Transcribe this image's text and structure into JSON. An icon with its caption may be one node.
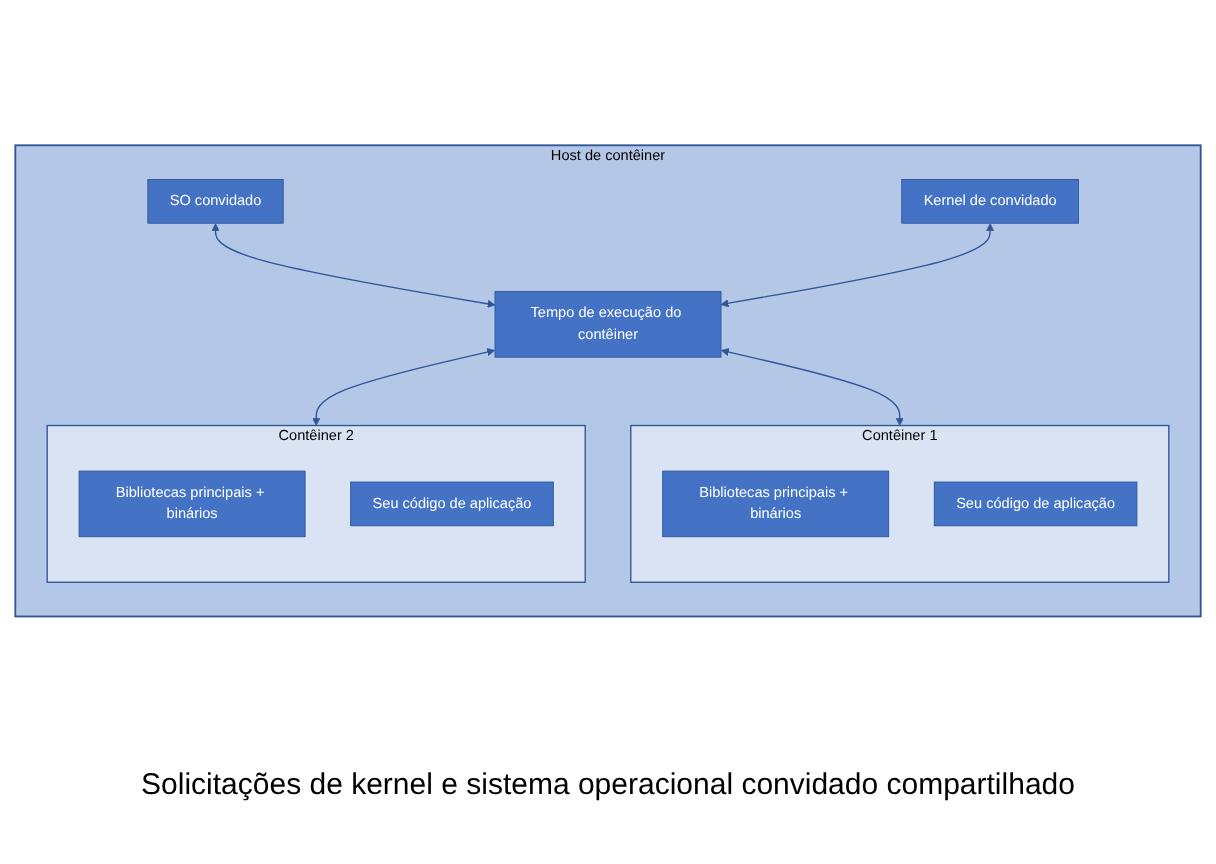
{
  "diagram": {
    "nodes": [
      {
        "text": [
          "Host de contêiner"
        ]
      },
      {
        "text": [
          "SO convidado"
        ],
        "in": 0
      },
      {
        "text": [
          "Kernel de convidado"
        ],
        "in": 0
      },
      {
        "text": [
          "Tempo de execução do contêiner"
        ],
        "in": 0
      },
      {
        "text": [
          "Contêiner 1"
        ],
        "in": 0
      },
      {
        "text": [
          "Bibliotecas principais + binários"
        ],
        "in": 4
      },
      {
        "text": [
          "Seu código de aplicação"
        ],
        "in": 4
      },
      {
        "text": [
          "Contêiner 2"
        ],
        "in": 0
      },
      {
        "text": [
          "Bibliotecas principais + binários"
        ],
        "in": 7
      },
      {
        "text": [
          "Seu código de aplicação"
        ],
        "in": 7
      }
    ],
    "edges": [
      {
        "from": 1,
        "to": 3,
        "arrow": "both"
      },
      {
        "from": 2,
        "to": 3,
        "arrow": "both"
      },
      {
        "from": 3,
        "to": 4,
        "arrow": "both"
      },
      {
        "from": 3,
        "to": 7,
        "arrow": "both"
      }
    ],
    "labels": [
      "Solicitações de kernel e sistema operacional convidado compartilhado"
    ]
  }
}
